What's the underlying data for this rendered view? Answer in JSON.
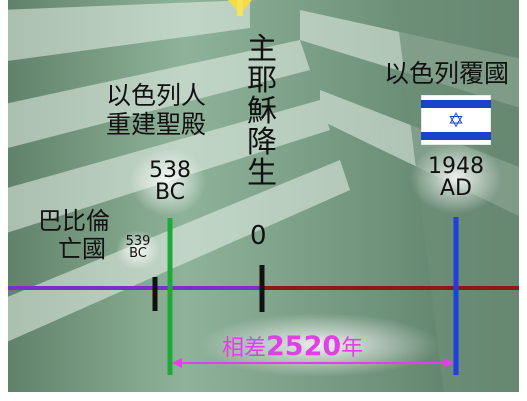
{
  "events": {
    "babylon_fall": {
      "title_line1": "巴比倫",
      "title_line2": "亡國",
      "year_num": "539",
      "year_era": "BC"
    },
    "temple_rebuilt": {
      "title_line1": "以色列人",
      "title_line2": "重建聖殿",
      "year_num": "538",
      "year_era": "BC"
    },
    "jesus_birth": {
      "title": "主耶穌降生",
      "year": "0"
    },
    "israel_restored": {
      "title": "以色列覆國",
      "year_num": "1948",
      "year_era": "AD"
    }
  },
  "span": {
    "prefix": "相差",
    "number": "2520",
    "suffix": "年"
  },
  "flag": {
    "name": "israel-flag",
    "star": "✡"
  },
  "colors": {
    "timeline_before": "#7a2fc8",
    "timeline_after": "#8a1a12",
    "marker_538": "#1fa83a",
    "marker_1948": "#1f3fe0",
    "marker_other": "#111111",
    "span_arrow": "#e040e6",
    "flag_blue": "#1a44c8"
  }
}
